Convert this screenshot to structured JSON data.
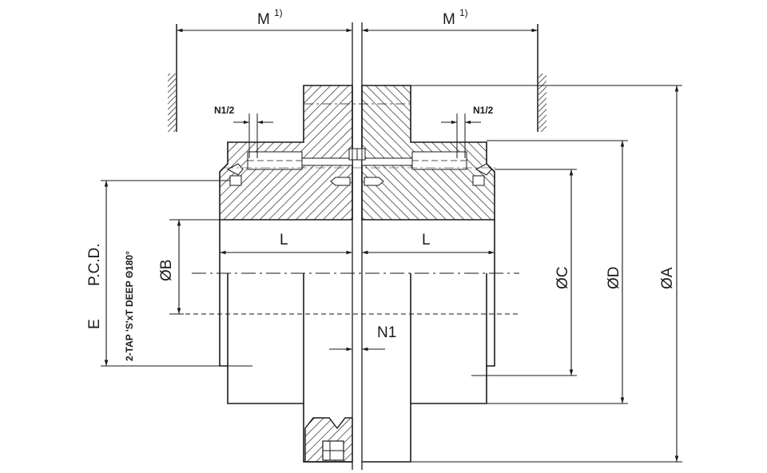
{
  "labels": {
    "m": "M",
    "m_sup": "1)",
    "n1_half": "N1/2",
    "n1": "N1",
    "l": "L",
    "dia_a": "ØA",
    "dia_b": "ØB",
    "dia_c": "ØC",
    "dia_d": "ØD",
    "e": "E",
    "pcd": "P.C.D.",
    "tap_note": "2-TAP 'S'xT DEEP Θ180°"
  },
  "colors": {
    "ink": "#1a1a1a",
    "background": "#ffffff"
  }
}
